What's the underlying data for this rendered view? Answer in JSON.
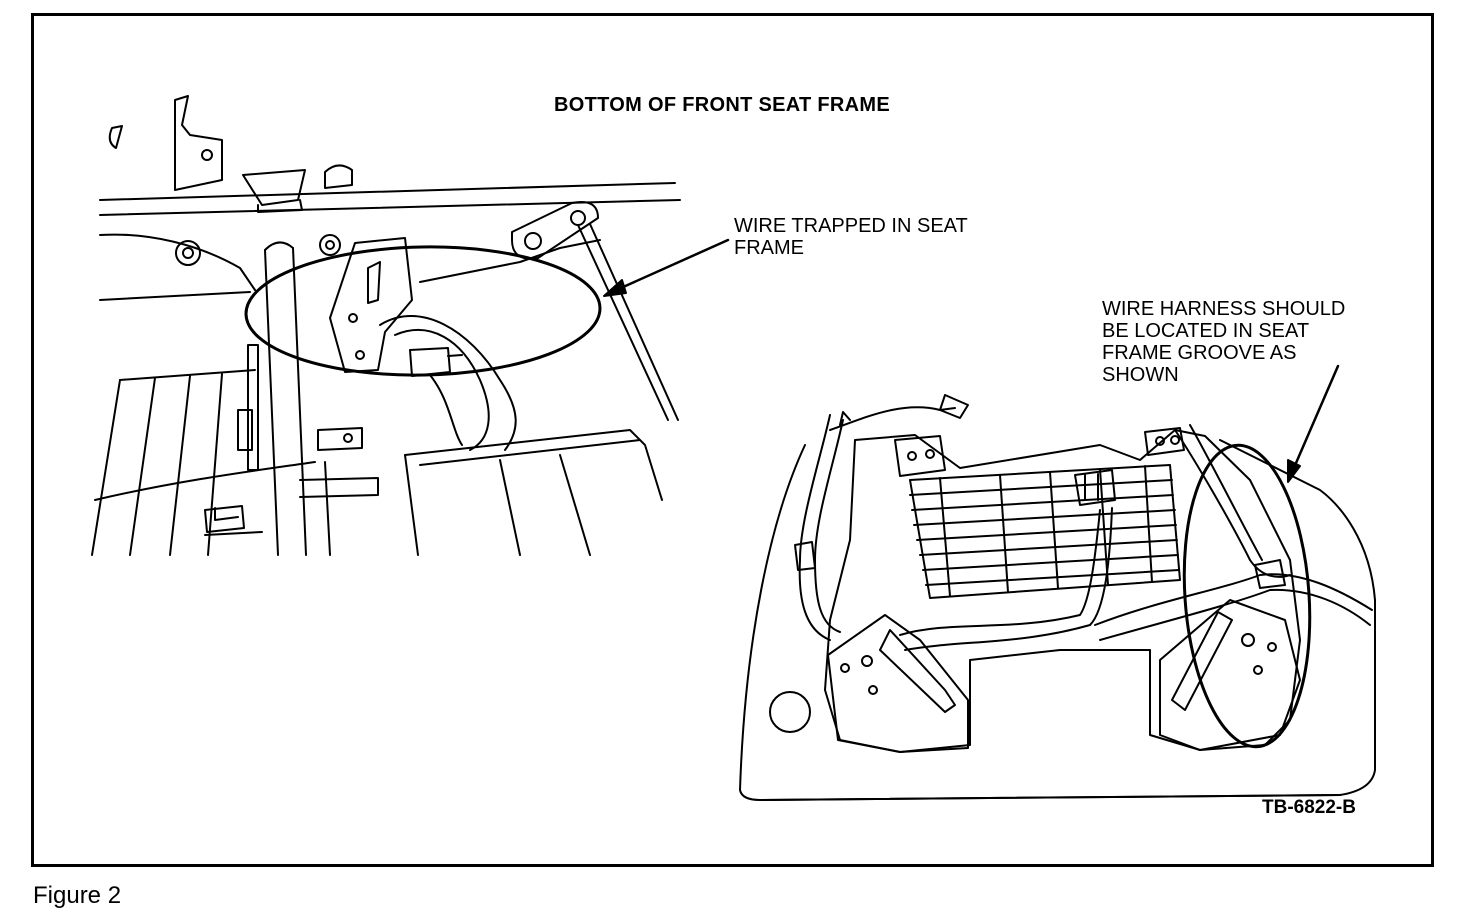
{
  "figure": {
    "title": "BOTTOM OF FRONT SEAT FRAME",
    "callout_trapped": "WIRE TRAPPED IN SEAT\nFRAME",
    "callout_harness": "WIRE HARNESS SHOULD\nBE LOCATED IN SEAT\nFRAME GROOVE AS\nSHOWN",
    "drawing_code": "TB-6822-B",
    "caption": "Figure 2"
  }
}
